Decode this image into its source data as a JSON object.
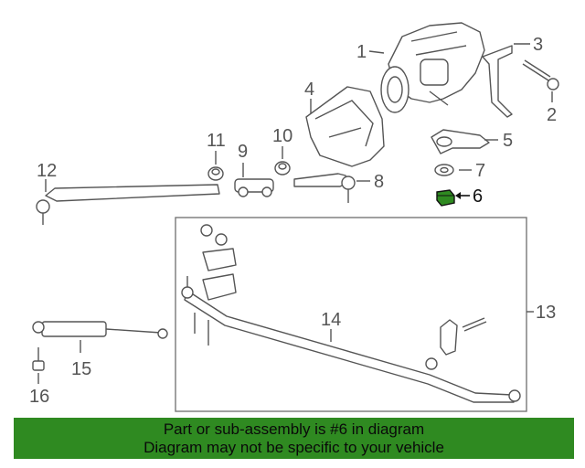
{
  "callouts": {
    "c1": "1",
    "c2": "2",
    "c3": "3",
    "c4": "4",
    "c5": "5",
    "c6": "6",
    "c7": "7",
    "c8": "8",
    "c9": "9",
    "c10": "10",
    "c11": "11",
    "c12": "12",
    "c13": "13",
    "c14": "14",
    "c15": "15",
    "c16": "16"
  },
  "highlight": {
    "part": "6",
    "color": "#2f8a21"
  },
  "footer": {
    "line1": "Part or sub-assembly is #6 in diagram",
    "line2": "Diagram may not be specific to your vehicle",
    "background": "#2f8a21"
  }
}
